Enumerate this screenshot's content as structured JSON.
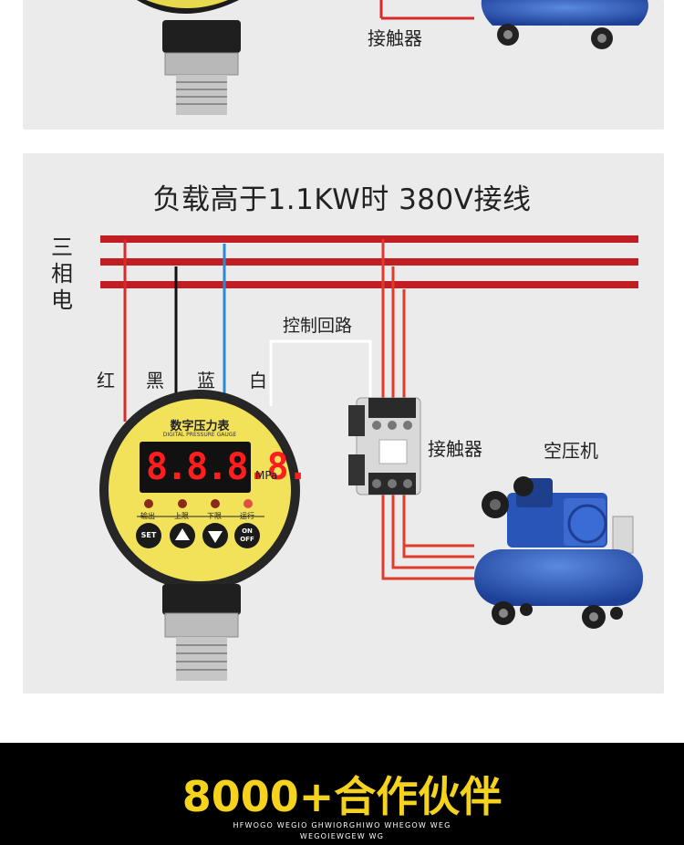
{
  "top_panel": {
    "contactor_label": "接触器"
  },
  "main_panel": {
    "title": "负载高于1.1KW时 380V接线",
    "three_phase": [
      "三",
      "相",
      "电"
    ],
    "wire_labels": {
      "red": "红",
      "black": "黑",
      "blue": "蓝",
      "white": "白"
    },
    "control_loop": "控制回路",
    "contactor_label": "接触器",
    "compressor_label": "空压机",
    "gauge": {
      "title": "数字压力表",
      "subtitle": "DIGITAL PRESSURE GAUGE",
      "display": "8.8.8.8.",
      "unit": "MPa",
      "indicators": [
        "输出",
        "上限",
        "下限",
        "运行"
      ],
      "buttons": {
        "set": "SET",
        "on": "ON",
        "off": "OFF"
      }
    }
  },
  "footer": {
    "title": "8000+合作伙伴",
    "line1": "HFWOGO WEGIO GHWIORGHIWO WHEGOW WEG",
    "line2": "WEGOIEWGEW WG"
  },
  "colors": {
    "red_wire": "#d82a2a",
    "bus_bar": "#c01e22",
    "blue_wire": "#2a8ad8",
    "gauge_yellow": "#f2e25a",
    "display_red": "#ff1d1d",
    "compressor_blue": "#2a55b8",
    "footer_yellow": "#f4d21e"
  }
}
